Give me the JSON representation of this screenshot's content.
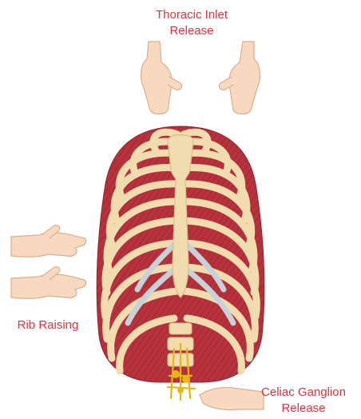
{
  "labels": {
    "thoracic_inlet_line1": "Thoracic Inlet",
    "thoracic_inlet_line2": "Release",
    "rib_raising": "Rib Raising",
    "celiac_line1": "Celiac Ganglion",
    "celiac_line2": "Release"
  },
  "colors": {
    "label": "#d9363e",
    "bone": "#f0dcae",
    "bone_edge": "#d8bf86",
    "muscle": "#b8323c",
    "muscle_dark": "#8e2530",
    "cartilage": "#c9d1d8",
    "skin": "#f6d9bf",
    "skin_edge": "#dcae8e",
    "nerve": "#e8b615"
  }
}
